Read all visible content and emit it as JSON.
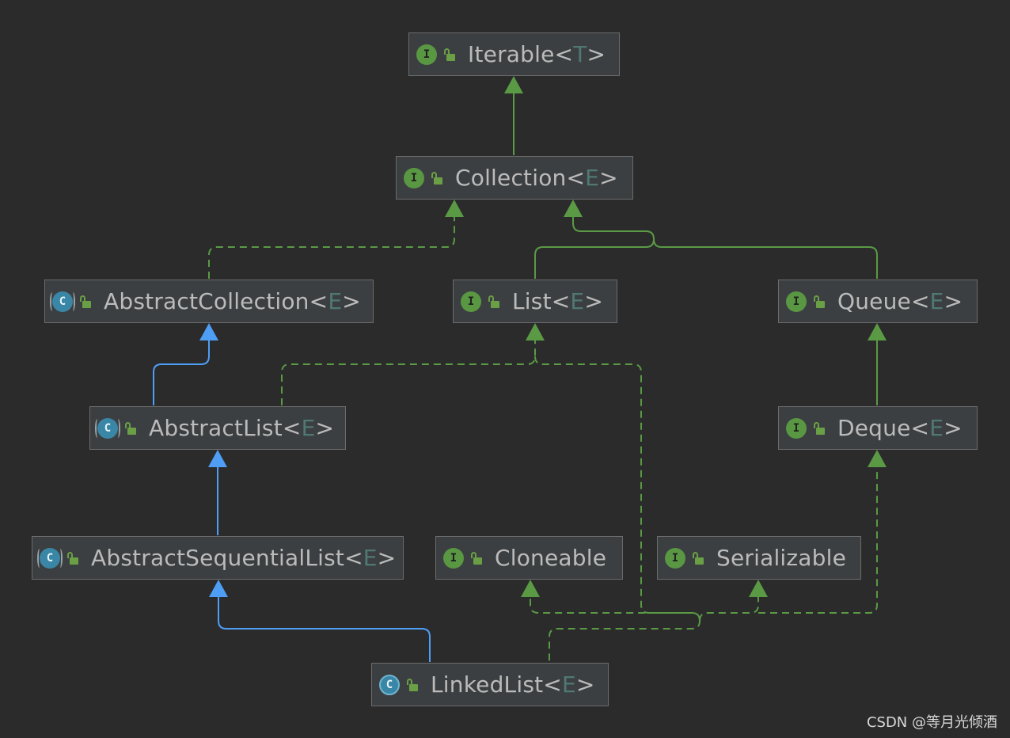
{
  "colors": {
    "background": "#2b2b2b",
    "node_fill": "#3c3f41",
    "node_border": "#6b6b6b",
    "interface_badge": "#599743",
    "class_badge": "#3a86a6",
    "implements_edge": "#5a9a45",
    "extends_edge": "#4e9ef5",
    "type_param": "#507874",
    "text": "#bbbbbb"
  },
  "nodes": [
    {
      "id": "iterable",
      "kind": "interface",
      "badge": "I",
      "name": "Iterable",
      "type_param": "T"
    },
    {
      "id": "collection",
      "kind": "interface",
      "badge": "I",
      "name": "Collection",
      "type_param": "E"
    },
    {
      "id": "abstract-collection",
      "kind": "abstract-class",
      "badge": "C",
      "name": "AbstractCollection",
      "type_param": "E"
    },
    {
      "id": "list",
      "kind": "interface",
      "badge": "I",
      "name": "List",
      "type_param": "E"
    },
    {
      "id": "queue",
      "kind": "interface",
      "badge": "I",
      "name": "Queue",
      "type_param": "E"
    },
    {
      "id": "abstract-list",
      "kind": "abstract-class",
      "badge": "C",
      "name": "AbstractList",
      "type_param": "E"
    },
    {
      "id": "deque",
      "kind": "interface",
      "badge": "I",
      "name": "Deque",
      "type_param": "E"
    },
    {
      "id": "abstract-sequential-list",
      "kind": "abstract-class",
      "badge": "C",
      "name": "AbstractSequentialList",
      "type_param": "E"
    },
    {
      "id": "cloneable",
      "kind": "interface",
      "badge": "I",
      "name": "Cloneable",
      "type_param": ""
    },
    {
      "id": "serializable",
      "kind": "interface",
      "badge": "I",
      "name": "Serializable",
      "type_param": ""
    },
    {
      "id": "linked-list",
      "kind": "class",
      "badge": "C",
      "name": "LinkedList",
      "type_param": "E"
    }
  ],
  "edges": [
    {
      "from": "collection",
      "to": "iterable",
      "type": "extends-interface"
    },
    {
      "from": "list",
      "to": "collection",
      "type": "extends-interface"
    },
    {
      "from": "queue",
      "to": "collection",
      "type": "extends-interface"
    },
    {
      "from": "abstract-collection",
      "to": "collection",
      "type": "implements"
    },
    {
      "from": "abstract-list",
      "to": "abstract-collection",
      "type": "extends-class"
    },
    {
      "from": "abstract-list",
      "to": "list",
      "type": "implements"
    },
    {
      "from": "deque",
      "to": "queue",
      "type": "extends-interface"
    },
    {
      "from": "abstract-sequential-list",
      "to": "abstract-list",
      "type": "extends-class"
    },
    {
      "from": "linked-list",
      "to": "abstract-sequential-list",
      "type": "extends-class"
    },
    {
      "from": "linked-list",
      "to": "list",
      "type": "implements"
    },
    {
      "from": "linked-list",
      "to": "cloneable",
      "type": "implements"
    },
    {
      "from": "linked-list",
      "to": "serializable",
      "type": "implements"
    },
    {
      "from": "linked-list",
      "to": "deque",
      "type": "implements"
    }
  ],
  "watermark": "CSDN @等月光倾酒"
}
